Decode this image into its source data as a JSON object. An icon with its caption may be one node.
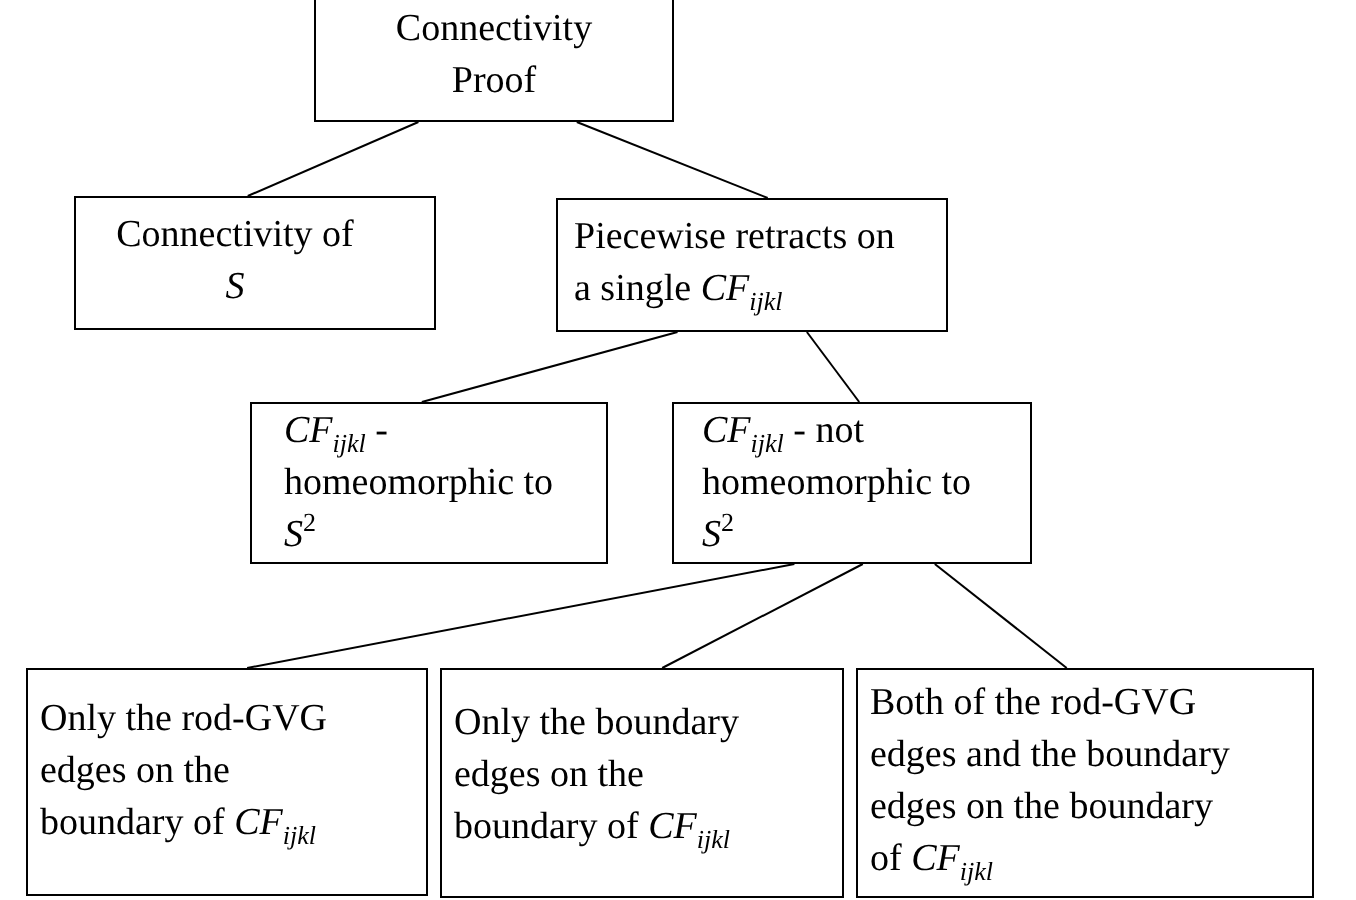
{
  "diagram": {
    "nodes": [
      {
        "text": [
          "Connectivity Proof"
        ]
      },
      {
        "text": [
          "Connectivity of *S*"
        ]
      },
      {
        "text": [
          "Piecewise retracts on a single *CF*$_{ijkl}$"
        ]
      },
      {
        "text": [
          "*CF*$_{ijkl}$ - homeomorphic to *S*$^{2}$"
        ]
      },
      {
        "text": [
          "*CF*$_{ijkl}$ - not homeomorphic to *S*$^{2}$"
        ]
      },
      {
        "text": [
          "Only the rod-GVG edges on the boundary of *CF*$_{ijkl}$"
        ]
      },
      {
        "text": [
          "Only the boundary edges on the boundary of *CF*$_{ijkl}$"
        ]
      },
      {
        "text": [
          "Both of the rod-GVG edges and the boundary edges on the boundary of *CF*$_{ijkl}$"
        ]
      }
    ],
    "edges": [
      {
        "from": 0,
        "to": 1,
        "arrow": "none"
      },
      {
        "from": 0,
        "to": 2,
        "arrow": "none"
      },
      {
        "from": 2,
        "to": 3,
        "arrow": "none"
      },
      {
        "from": 2,
        "to": 4,
        "arrow": "none"
      },
      {
        "from": 4,
        "to": 5,
        "arrow": "none"
      },
      {
        "from": 4,
        "to": 6,
        "arrow": "none"
      },
      {
        "from": 4,
        "to": 7,
        "arrow": "none"
      }
    ]
  }
}
